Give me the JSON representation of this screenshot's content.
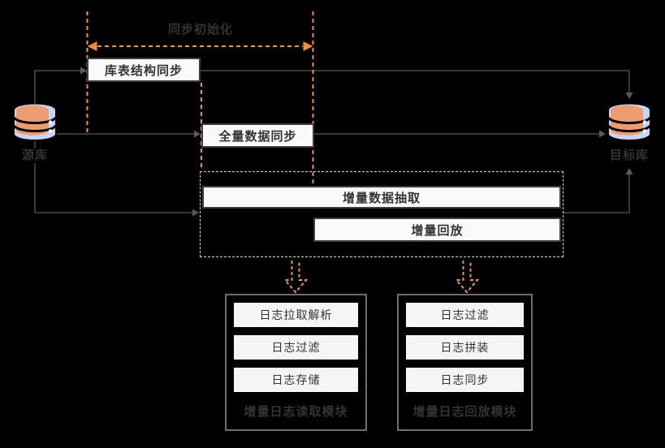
{
  "diagram": {
    "phase_title": "同步初始化",
    "source_db_label": "源库",
    "target_db_label": "目标库",
    "boxes": {
      "schema_sync": "库表结构同步",
      "full_sync": "全量数据同步",
      "incr_extract": "增量数据抽取",
      "incr_replay": "增量回放"
    },
    "modules": [
      {
        "label": "增量日志读取模块",
        "items": [
          "日志拉取解析",
          "日志过滤",
          "日志存储"
        ]
      },
      {
        "label": "增量日志回放模块",
        "items": [
          "日志过滤",
          "日志拼装",
          "日志同步"
        ]
      }
    ],
    "colors": {
      "background": "#000000",
      "accent_orange_dash": "#ED9659",
      "accent_orange_head": "#ED8C49",
      "connector_gray": "#5A5A5A",
      "box_fill": "#FAFAFA",
      "box_border": "#3D3D3D",
      "dotted_frame": "#D6D6D6",
      "module_border": "#6E6E6E",
      "text": "#333333",
      "db_blue": "#C9D3F8",
      "db_orange": "#F0945C"
    }
  }
}
